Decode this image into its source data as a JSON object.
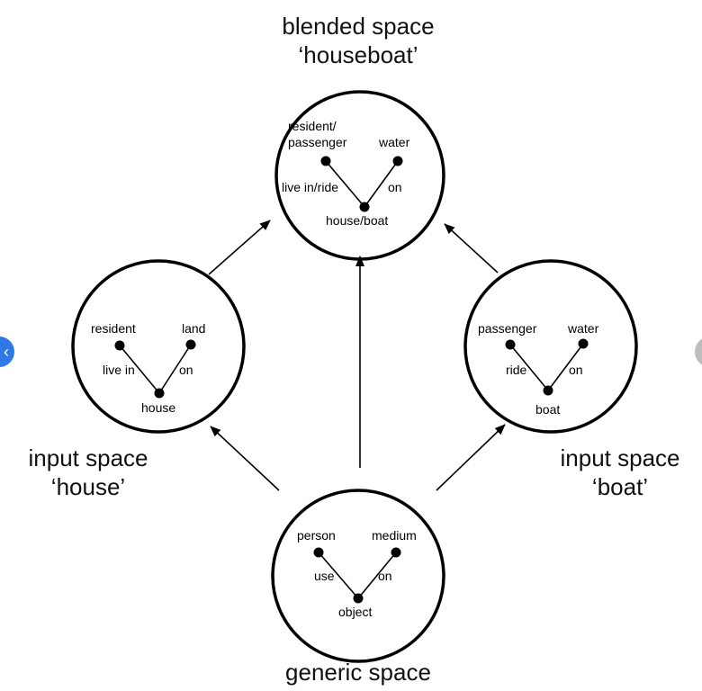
{
  "navigation": {
    "prev_icon": "chevron-left-icon",
    "next_icon": "chevron-right-icon",
    "prev_color": "#2f78e8",
    "next_color": "#bdbdbd"
  },
  "diagram": {
    "blended": {
      "title1": "blended space",
      "title2": "‘houseboat’",
      "node1": "resident/",
      "node1b": "passenger",
      "node2": "water",
      "node3": "house/boat",
      "edge1": "live in/ride",
      "edge2": "on"
    },
    "house": {
      "title1": "input space",
      "title2": "‘house’",
      "node1": "resident",
      "node2": "land",
      "node3": "house",
      "edge1": "live in",
      "edge2": "on"
    },
    "boat": {
      "title1": "input space",
      "title2": "‘boat’",
      "node1": "passenger",
      "node2": "water",
      "node3": "boat",
      "edge1": "ride",
      "edge2": "on"
    },
    "generic": {
      "title1": "generic space",
      "node1": "person",
      "node2": "medium",
      "node3": "object",
      "edge1": "use",
      "edge2": "on"
    }
  }
}
